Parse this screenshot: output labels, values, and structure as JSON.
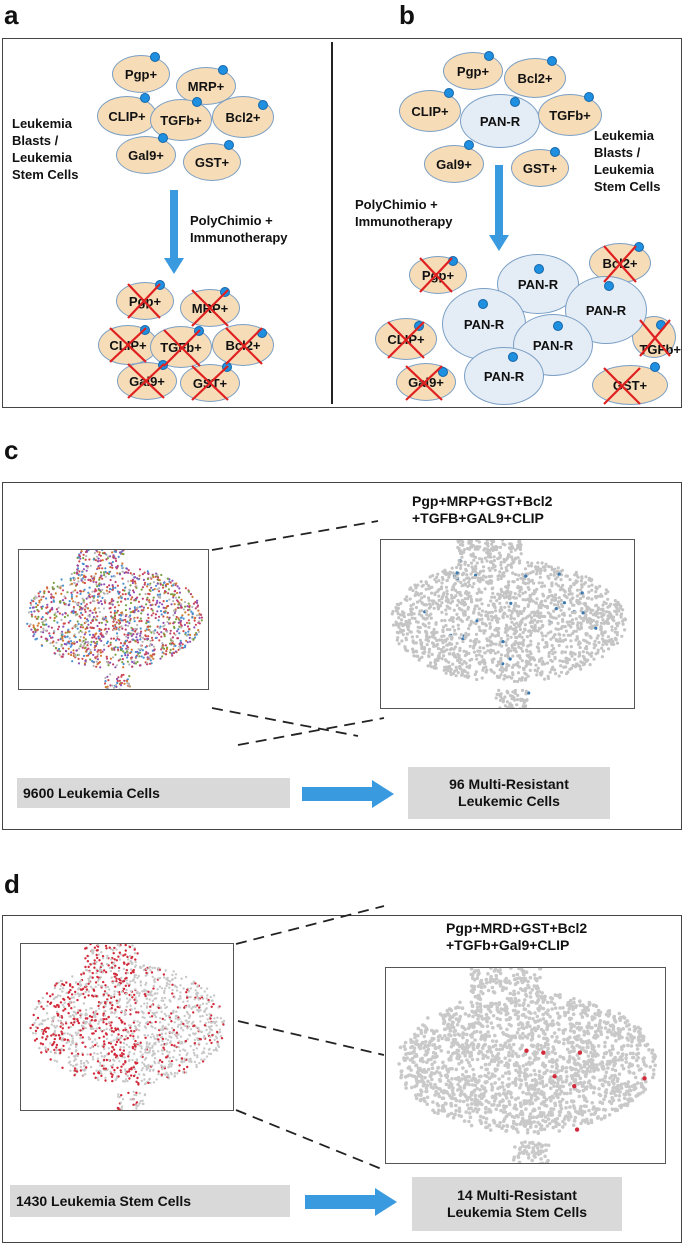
{
  "panels": {
    "a": {
      "letter": "a",
      "side_label": "Leukemia\nBlasts /\nLeukemia\nStem Cells",
      "therapy_label": "PolyChimio +\nImmunotherapy",
      "top_cells": [
        "Pgp+",
        "MRP+",
        "CLIP+",
        "TGFb+",
        "Bcl2+",
        "Gal9+",
        "GST+"
      ],
      "bottom_cells": [
        "Pgp+",
        "MRP+",
        "CLIP+",
        "TGFb+",
        "Bcl2+",
        "Gal9+",
        "GST+"
      ]
    },
    "b": {
      "letter": "b",
      "side_label": "Leukemia\nBlasts /\nLeukemia\nStem Cells",
      "therapy_label": "PolyChimio +\nImmunotherapy",
      "top_cells": [
        "Pgp+",
        "Bcl2+",
        "CLIP+",
        "PAN-R",
        "TGFb+",
        "Gal9+",
        "GST+"
      ],
      "bottom_small_cells": [
        "Pgp+",
        "Bcl2+",
        "CLIP+",
        "TGFb+",
        "Gal9+",
        "GST+"
      ],
      "bottom_pan_cells": [
        "PAN-R",
        "PAN-R",
        "PAN-R",
        "PAN-R",
        "PAN-R"
      ]
    },
    "c": {
      "letter": "c",
      "markers_title": "Pgp+MRP+GST+Bcl2\n+TGFB+GAL9+CLIP",
      "left_box": "9600 Leukemia Cells",
      "right_box": "96 Multi-Resistant\nLeukemic Cells"
    },
    "d": {
      "letter": "d",
      "markers_title": "Pgp+MRD+GST+Bcl2\n+TGFb+Gal9+CLIP",
      "left_box": "1430 Leukemia Stem Cells",
      "right_box": "14 Multi-Resistant\nLeukemia Stem Cells"
    }
  },
  "colors": {
    "cell_fill": "#f6dcb7",
    "pan_fill": "#e4ecf5",
    "cell_border": "#7a9fc5",
    "dot": "#1f8fe0",
    "cross": "#e02020",
    "arrow": "#3a9ae0",
    "label_box": "#d9d9d9"
  }
}
